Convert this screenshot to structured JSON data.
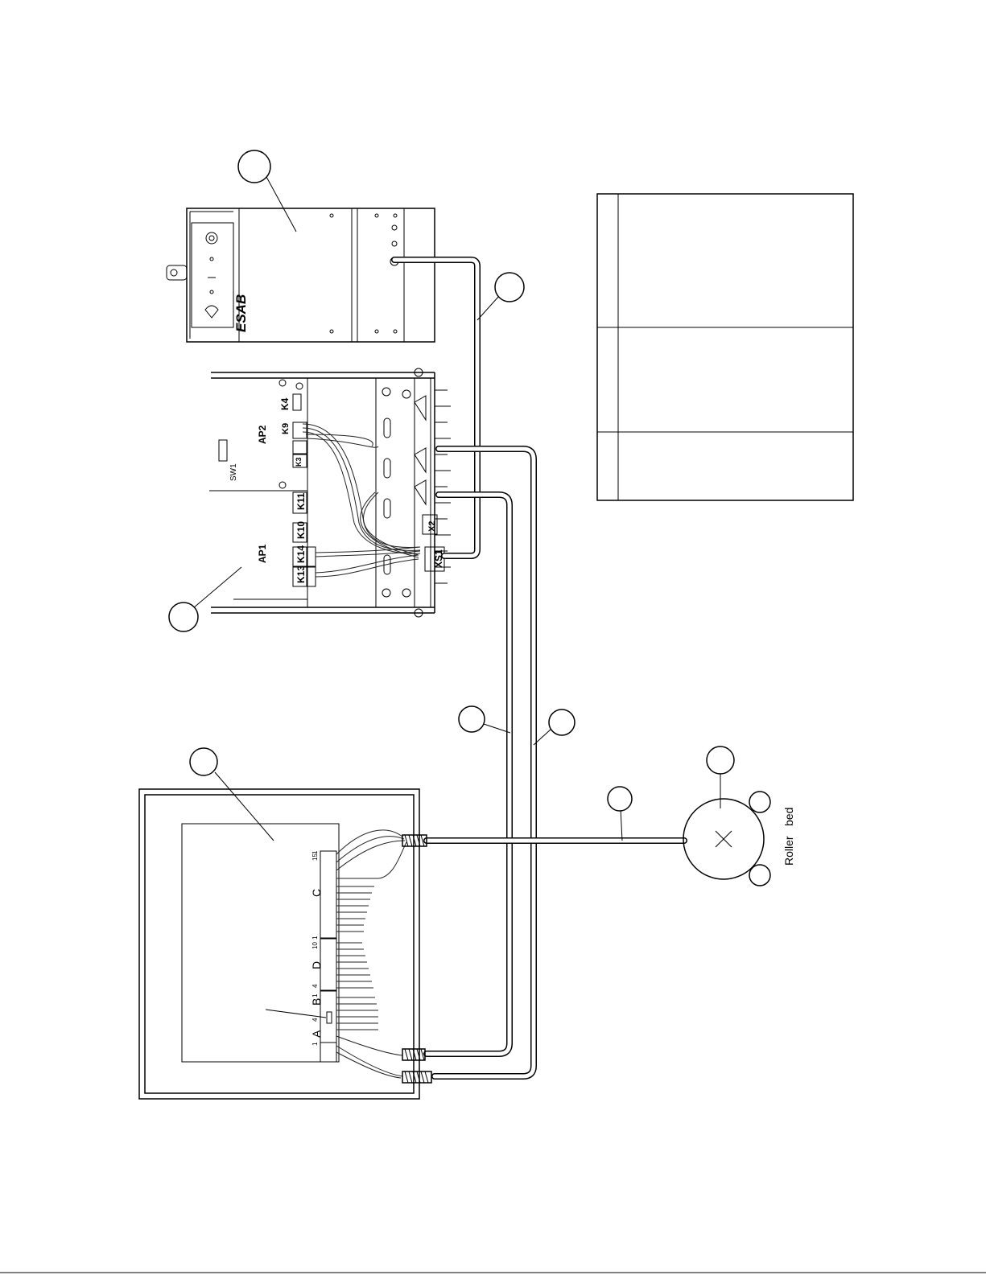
{
  "machine": {
    "brand": "ESAB"
  },
  "control_board": {
    "label_ap1": "AP1",
    "label_ap2": "AP2",
    "label_sw1": "SW1",
    "relays": [
      "K13",
      "K14",
      "K10",
      "K11",
      "K3",
      "K9",
      "K4"
    ],
    "connectors": [
      "XS1",
      "X2"
    ]
  },
  "terminal_block": {
    "groups": [
      "A",
      "B",
      "D",
      "C"
    ],
    "pin_labels": [
      "1",
      "4",
      "1",
      "4",
      "1",
      "10",
      "1",
      "15"
    ]
  },
  "roller_bed": {
    "label_word1": "Roller",
    "label_word2": "bed"
  },
  "colors": {
    "line": "#000000",
    "background": "#ffffff"
  }
}
